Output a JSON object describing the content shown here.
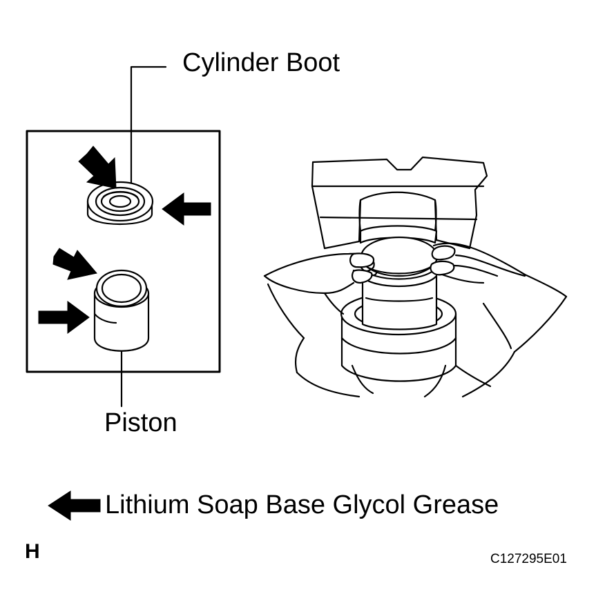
{
  "labels": {
    "cylinder_boot": "Cylinder Boot",
    "piston": "Piston",
    "legend": "Lithium Soap Base Glycol Grease",
    "view_code": "H",
    "figure_code": "C127295E01"
  },
  "colors": {
    "ink": "#000000",
    "paper": "#ffffff"
  },
  "icons": {
    "grease_marker": "filled-left-arrow-icon"
  }
}
